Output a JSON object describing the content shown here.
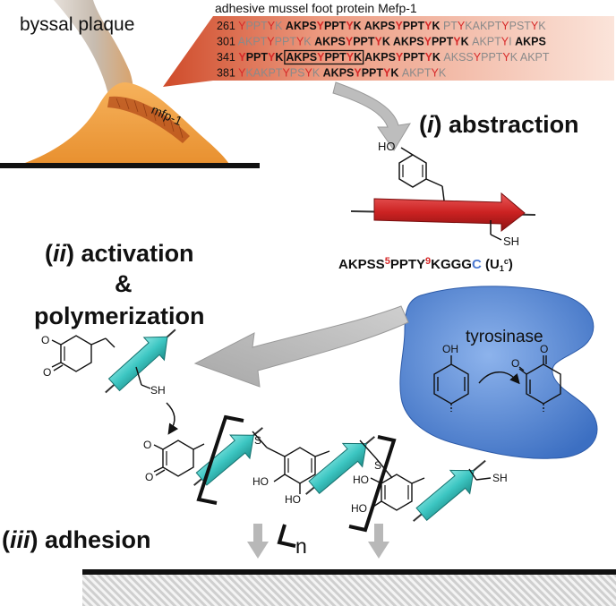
{
  "labels": {
    "byssal_plaque": "byssal plaque",
    "mfp1": "mfp-1",
    "protein_title": "adhesive mussel foot protein Mefp-1",
    "step_i_num": "i",
    "step_i_word": "abstraction",
    "step_ii_num": "ii",
    "step_ii_word": "activation",
    "ampersand": "&",
    "polymerization": "polymerization",
    "step_iii_num": "iii",
    "step_iii_word": "adhesion",
    "tyrosinase": "tyrosinase",
    "repeat_n": "n"
  },
  "peptide": {
    "p1": "AKPSS",
    "p2": "5",
    "p3": "PPTY",
    "p4": "9",
    "p5": "KGGG",
    "p6": "C",
    "p7": " (U",
    "p8": "1",
    "p9": "c",
    "p10": ")"
  },
  "chem": {
    "HO": "HO",
    "OH": "OH",
    "SH": "SH",
    "S": "S",
    "O": "O"
  },
  "sequence_rows": [
    {
      "num": "261",
      "segs": [
        {
          "t": "Y",
          "c": "r",
          "b": false
        },
        {
          "t": "PPT",
          "c": "g",
          "b": false
        },
        {
          "t": "Y",
          "c": "r",
          "b": false
        },
        {
          "t": "K ",
          "c": "g",
          "b": false
        },
        {
          "t": "AKPS",
          "c": "k",
          "b": true
        },
        {
          "t": "Y",
          "c": "r",
          "b": true
        },
        {
          "t": "PPT",
          "c": "k",
          "b": true
        },
        {
          "t": "Y",
          "c": "r",
          "b": true
        },
        {
          "t": "K ",
          "c": "k",
          "b": true
        },
        {
          "t": "AKPS",
          "c": "k",
          "b": true
        },
        {
          "t": "Y",
          "c": "r",
          "b": true
        },
        {
          "t": "PPT",
          "c": "k",
          "b": true
        },
        {
          "t": "Y",
          "c": "r",
          "b": true
        },
        {
          "t": "K ",
          "c": "k",
          "b": true
        },
        {
          "t": "PT",
          "c": "g",
          "b": false
        },
        {
          "t": "Y",
          "c": "r",
          "b": false
        },
        {
          "t": "KAKPT",
          "c": "g",
          "b": false
        },
        {
          "t": "Y",
          "c": "r",
          "b": false
        },
        {
          "t": "PST",
          "c": "g",
          "b": false
        },
        {
          "t": "Y",
          "c": "r",
          "b": false
        },
        {
          "t": "K",
          "c": "g",
          "b": false
        }
      ]
    },
    {
      "num": "301",
      "segs": [
        {
          "t": "AKPT",
          "c": "g",
          "b": false
        },
        {
          "t": "Y",
          "c": "r",
          "b": false
        },
        {
          "t": "PPT",
          "c": "g",
          "b": false
        },
        {
          "t": "Y",
          "c": "r",
          "b": false
        },
        {
          "t": "K ",
          "c": "g",
          "b": false
        },
        {
          "t": "AKPS",
          "c": "k",
          "b": true
        },
        {
          "t": "Y",
          "c": "r",
          "b": true
        },
        {
          "t": "PPT",
          "c": "k",
          "b": true
        },
        {
          "t": "Y",
          "c": "r",
          "b": true
        },
        {
          "t": "K ",
          "c": "k",
          "b": true
        },
        {
          "t": "AKPS",
          "c": "k",
          "b": true
        },
        {
          "t": "Y",
          "c": "r",
          "b": true
        },
        {
          "t": "PPT",
          "c": "k",
          "b": true
        },
        {
          "t": "Y",
          "c": "r",
          "b": true
        },
        {
          "t": "K ",
          "c": "k",
          "b": true
        },
        {
          "t": "AKPT",
          "c": "g",
          "b": false
        },
        {
          "t": "Y",
          "c": "r",
          "b": false
        },
        {
          "t": "I ",
          "c": "g",
          "b": false
        },
        {
          "t": "AKPS",
          "c": "k",
          "b": true
        }
      ]
    },
    {
      "num": "341",
      "segs": [
        {
          "t": "Y",
          "c": "r",
          "b": true
        },
        {
          "t": "PPT",
          "c": "k",
          "b": true
        },
        {
          "t": "Y",
          "c": "r",
          "b": true
        },
        {
          "t": "K ",
          "c": "k",
          "b": true
        },
        {
          "t": "AKPS",
          "c": "k",
          "b": true,
          "box": "start"
        },
        {
          "t": "Y",
          "c": "r",
          "b": true
        },
        {
          "t": "PPT",
          "c": "k",
          "b": true
        },
        {
          "t": "Y",
          "c": "r",
          "b": true
        },
        {
          "t": "K",
          "c": "k",
          "b": true,
          "box": "end"
        },
        {
          "t": " ",
          "c": "k",
          "b": true
        },
        {
          "t": "AKPS",
          "c": "k",
          "b": true
        },
        {
          "t": "Y",
          "c": "r",
          "b": true
        },
        {
          "t": "PPT",
          "c": "k",
          "b": true
        },
        {
          "t": "Y",
          "c": "r",
          "b": true
        },
        {
          "t": "K ",
          "c": "k",
          "b": true
        },
        {
          "t": "AKSS",
          "c": "g",
          "b": false
        },
        {
          "t": "Y",
          "c": "r",
          "b": false
        },
        {
          "t": "PPT",
          "c": "g",
          "b": false
        },
        {
          "t": "Y",
          "c": "r",
          "b": false
        },
        {
          "t": "K AKPT",
          "c": "g",
          "b": false
        }
      ]
    },
    {
      "num": "381",
      "segs": [
        {
          "t": "Y",
          "c": "r",
          "b": false
        },
        {
          "t": "KAKPT",
          "c": "g",
          "b": false
        },
        {
          "t": "Y",
          "c": "r",
          "b": false
        },
        {
          "t": "PS",
          "c": "g",
          "b": false
        },
        {
          "t": "Y",
          "c": "r",
          "b": false
        },
        {
          "t": "K ",
          "c": "g",
          "b": false
        },
        {
          "t": "AKPS",
          "c": "k",
          "b": true
        },
        {
          "t": "Y",
          "c": "r",
          "b": true
        },
        {
          "t": "PPT",
          "c": "k",
          "b": true
        },
        {
          "t": "Y",
          "c": "r",
          "b": true
        },
        {
          "t": "K ",
          "c": "k",
          "b": true
        },
        {
          "t": "AKPT",
          "c": "g",
          "b": false
        },
        {
          "t": "Y",
          "c": "r",
          "b": false
        },
        {
          "t": "K",
          "c": "g",
          "b": false
        }
      ]
    }
  ],
  "colors": {
    "plaque_orange": "#f0a045",
    "seq_red": "#d62828",
    "seq_grey": "#8a8a8a",
    "strand_red": "#cc2222",
    "strand_teal": "#3cc6c2",
    "tyrosinase_blue": "#4f86d6",
    "arrow_grey": "#b3b3b3",
    "cys_blue": "#4a78d0"
  }
}
